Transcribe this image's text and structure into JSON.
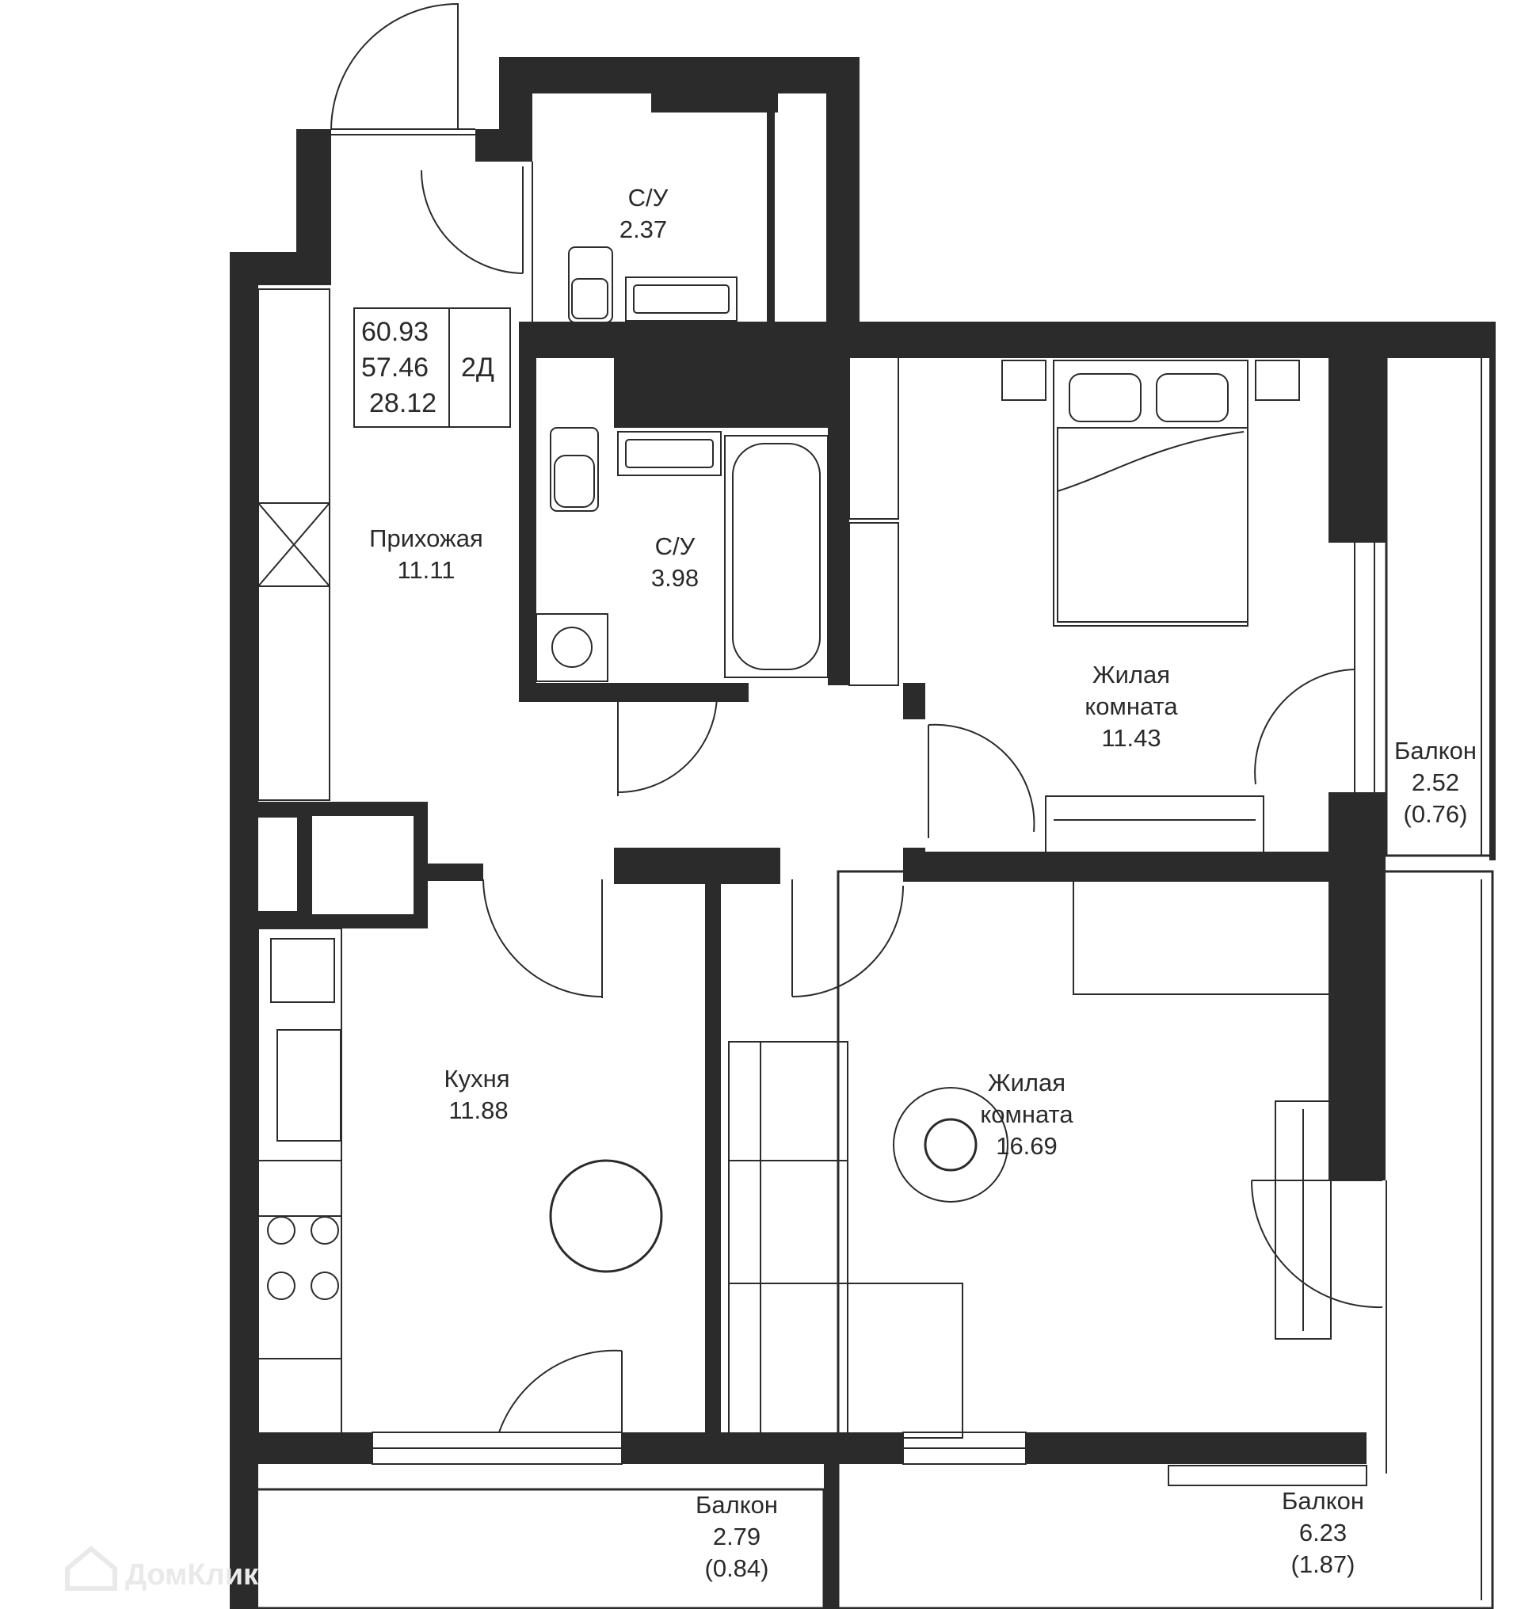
{
  "summary": {
    "total_area": "60.93",
    "area_without_balconies": "57.46",
    "living_area": "28.12",
    "layout_type": "2Д"
  },
  "rooms": {
    "bathroom_small": {
      "name": "С/У",
      "area": "2.37"
    },
    "bathroom_main": {
      "name": "С/У",
      "area": "3.98"
    },
    "hallway": {
      "name": "Прихожая",
      "area": "11.11"
    },
    "bedroom": {
      "name_line1": "Жилая",
      "name_line2": "комната",
      "area": "11.43"
    },
    "balcony_right": {
      "name": "Балкон",
      "area": "2.52",
      "reduced_area": "(0.76)"
    },
    "kitchen": {
      "name": "Кухня",
      "area": "11.88"
    },
    "living_room": {
      "name_line1": "Жилая",
      "name_line2": "комната",
      "area": "16.69"
    },
    "balcony_kitchen": {
      "name": "Балкон",
      "area": "2.79",
      "reduced_area": "(0.84)"
    },
    "balcony_living": {
      "name": "Балкон",
      "area": "6.23",
      "reduced_area": "(1.87)"
    }
  },
  "watermark": {
    "text": "ДомКлик"
  },
  "colors": {
    "wall": "#2b2b2b",
    "background": "#ffffff",
    "text": "#2a2a2a"
  }
}
